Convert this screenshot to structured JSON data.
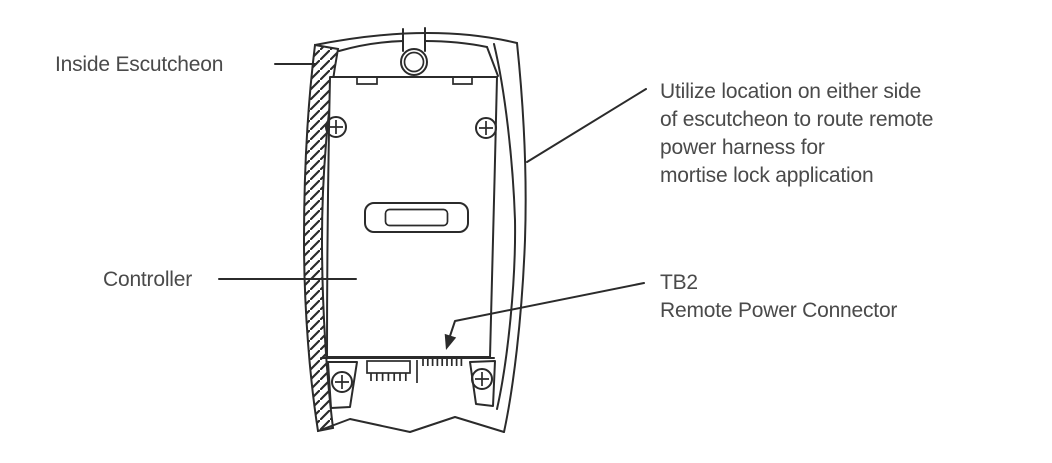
{
  "diagram": {
    "title_context": "escutcheon-controller-diagram",
    "labels": {
      "inside_escutcheon": "Inside Escutcheon",
      "controller": "Controller",
      "routing_note": "Utilize location on either side\nof escutcheon to route remote\npower harness for\nmortise lock application",
      "tb2": "TB2\nRemote Power Connector"
    },
    "colors": {
      "line": "#2b2b2b",
      "text": "#4a4a4a",
      "background": "#ffffff"
    }
  }
}
